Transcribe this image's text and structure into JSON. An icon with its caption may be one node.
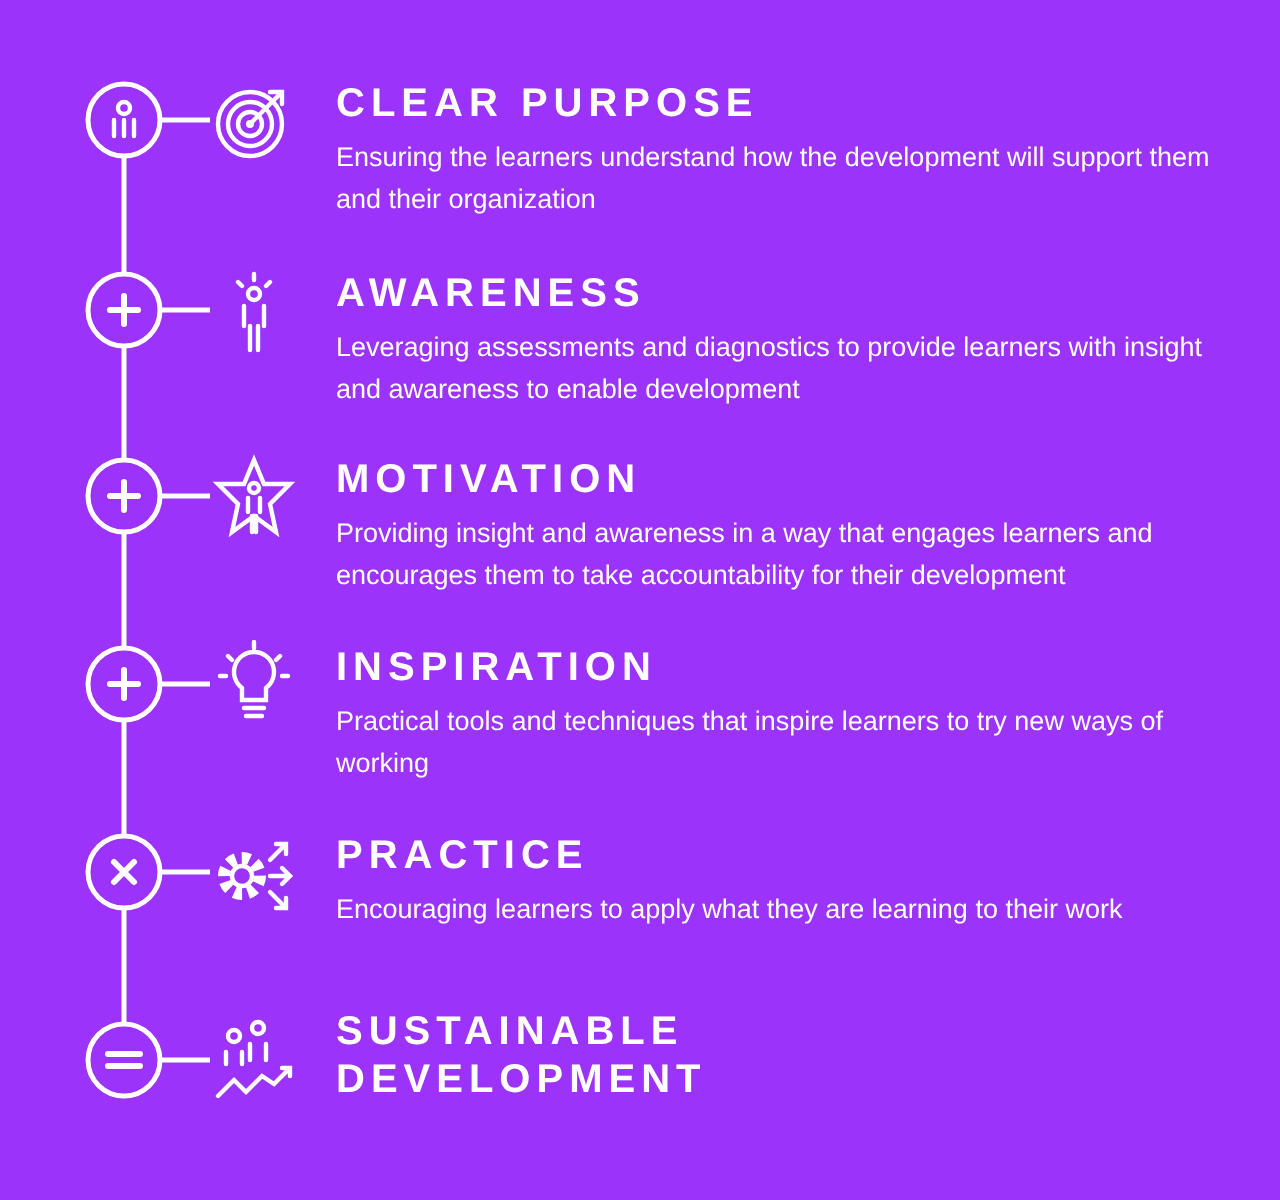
{
  "diagram": {
    "nodes": [
      {
        "text": [],
        "shape": "circle"
      },
      {
        "text": [
          "CLEAR PURPOSE",
          "Ensuring the learners understand how the development will support them and their organization"
        ]
      },
      {
        "text": [],
        "shape": "circle"
      },
      {
        "text": [
          "AWARENESS",
          "Leveraging assessments and diagnostics to provide learners with insight and awareness to enable development"
        ]
      },
      {
        "text": [],
        "shape": "circle"
      },
      {
        "text": [
          "MOTIVATION",
          "Providing insight and awareness in a way that engages learners and encourages them to take accountability for their development"
        ]
      },
      {
        "text": [],
        "shape": "circle"
      },
      {
        "text": [
          "INSPIRATION",
          "Practical tools and techniques that inspire learners to try new ways of working"
        ]
      },
      {
        "text": [],
        "shape": "circle"
      },
      {
        "text": [
          "PRACTICE",
          "Encouraging learners to apply what they are learning to their work"
        ]
      },
      {
        "text": [],
        "shape": "circle"
      },
      {
        "text": [
          "SUSTAINABLE DEVELOPMENT"
        ]
      }
    ],
    "edges": [
      {
        "from": 0,
        "to": 1,
        "arrow": "none"
      },
      {
        "from": 0,
        "to": 2,
        "arrow": "none"
      },
      {
        "from": 2,
        "to": 3,
        "arrow": "none"
      },
      {
        "from": 2,
        "to": 4,
        "arrow": "none"
      },
      {
        "from": 4,
        "to": 5,
        "arrow": "none"
      },
      {
        "from": 4,
        "to": 6,
        "arrow": "none"
      },
      {
        "from": 6,
        "to": 7,
        "arrow": "none"
      },
      {
        "from": 6,
        "to": 8,
        "arrow": "none"
      },
      {
        "from": 8,
        "to": 9,
        "arrow": "none"
      },
      {
        "from": 8,
        "to": 10,
        "arrow": "none"
      },
      {
        "from": 10,
        "to": 11,
        "arrow": "none"
      }
    ]
  }
}
